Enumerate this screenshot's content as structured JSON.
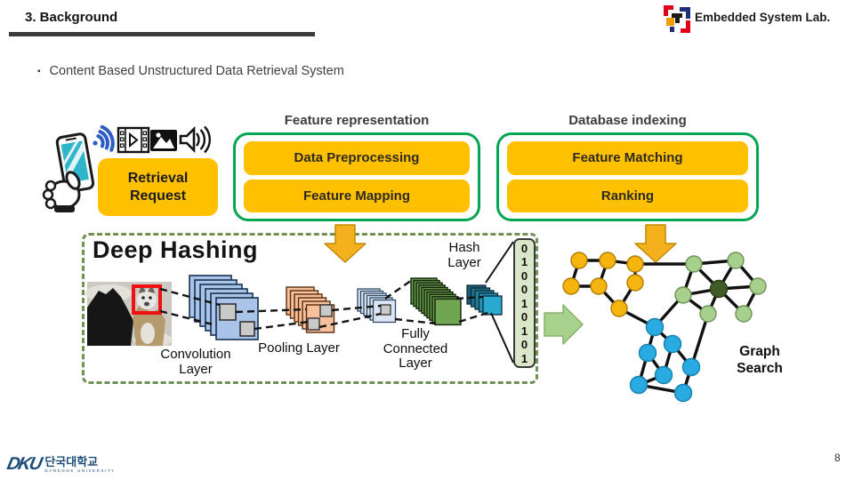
{
  "header": {
    "title": "3. Background",
    "lab_name": "Embedded System Lab."
  },
  "bullet_text": "Content Based Unstructured Data Retrieval System",
  "retrieval": {
    "label": "Retrieval Request"
  },
  "feature_representation": {
    "heading": "Feature representation",
    "steps": [
      "Data Preprocessing",
      "Feature Mapping"
    ]
  },
  "database_indexing": {
    "heading": "Database indexing",
    "steps": [
      "Feature Matching",
      "Ranking"
    ]
  },
  "deep_hashing": {
    "title": "Deep Hashing",
    "conv_label": "Convolution Layer",
    "pool_label": "Pooling Layer",
    "fc_label": "Fully Connected Layer",
    "hash_label": "Hash Layer",
    "hash_bits": [
      "0",
      "1",
      "0",
      "0",
      "1",
      "0",
      "1",
      "0",
      "1"
    ]
  },
  "graph": {
    "label": "Graph Search"
  },
  "footer": {
    "logo_text": "DKU",
    "university_kr": "단국대학교",
    "university_en": "DANKOOK UNIVERSITY",
    "page_number": "8"
  },
  "colors": {
    "accent_yellow": "#FFC000",
    "arrow_yellow": "#F5B01E",
    "green_container_border": "#00A651",
    "deep_box_dash": "#6F9151",
    "green_arrow": "#A9D18E",
    "conv_layer_blue": "#A9C4E8",
    "pool_layer_orange": "#F5C09B",
    "fc_input_blue": "#DCE6F3",
    "fc_layer_green": "#6A9A4C",
    "hash_layer_teal": "#2AA9CF",
    "hash_bits_bg": "#D9E7C8",
    "node_yellow": "#F6B40E",
    "node_light_green": "#A8D08D",
    "node_dark_green": "#3E5C23",
    "node_blue": "#29ABE2",
    "brand_blue": "#1F4E79"
  }
}
